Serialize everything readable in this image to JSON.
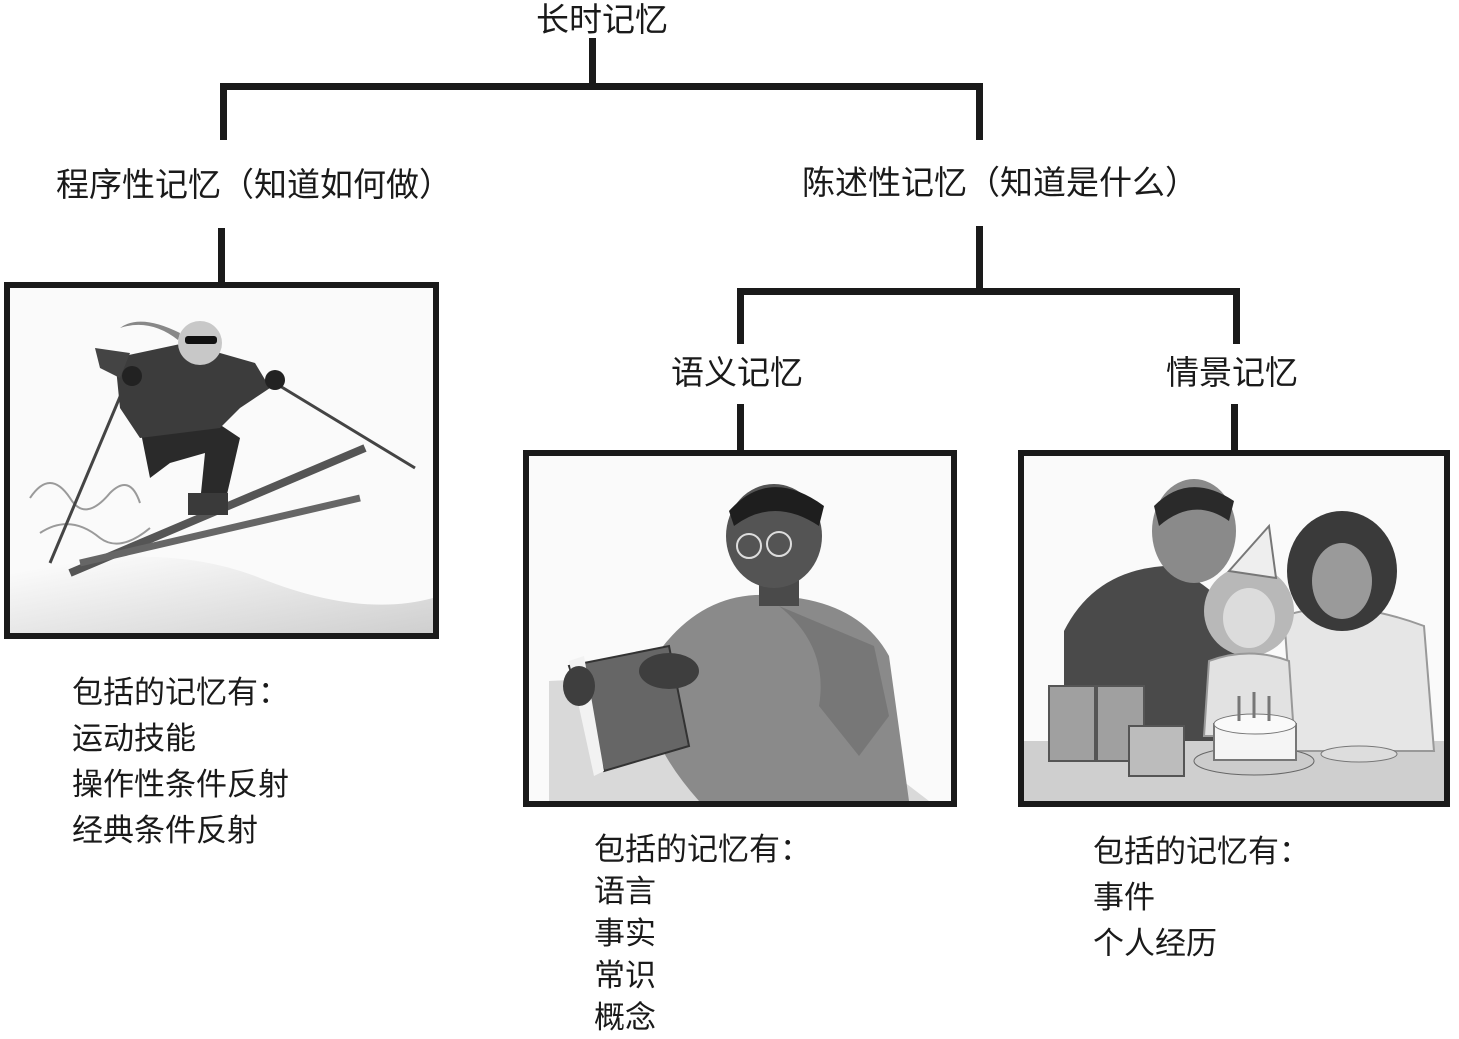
{
  "root": {
    "label": "长时记忆"
  },
  "procedural": {
    "label": "程序性记忆（知道如何做）",
    "image_subject": "skier-illustration",
    "list_heading": "包括的记忆有：",
    "items": [
      "运动技能",
      "操作性条件反射",
      "经典条件反射"
    ]
  },
  "declarative": {
    "label": "陈述性记忆（知道是什么）"
  },
  "semantic": {
    "label": "语义记忆",
    "image_subject": "man-reading-book-illustration",
    "list_heading": "包括的记忆有：",
    "items": [
      "语言",
      "事实",
      "常识",
      "概念"
    ]
  },
  "episodic": {
    "label": "情景记忆",
    "image_subject": "family-birthday-illustration",
    "list_heading": "包括的记忆有：",
    "items": [
      "事件",
      "个人经历"
    ]
  },
  "colors": {
    "line": "#1a1a1a",
    "background": "#ffffff"
  }
}
